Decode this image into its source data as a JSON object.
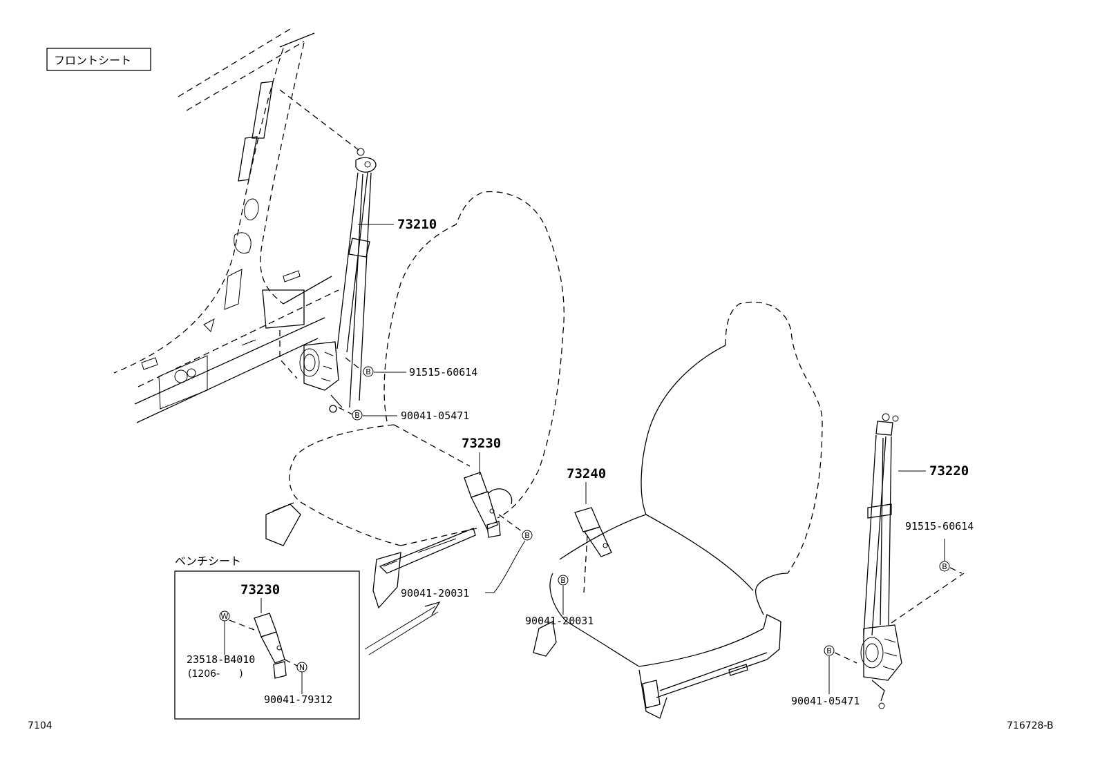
{
  "section_label": "フロントシート",
  "bench_label": "ベンチシート",
  "parts": {
    "belt_front_left": "73210",
    "belt_front_right": "73220",
    "buckle_left": "73230",
    "buckle_right": "73240",
    "bench_buckle": "73230",
    "bolt_upper_left": "91515-60614",
    "bolt_lower_left": "90041-05471",
    "bolt_buckle_left": "90041-20031",
    "bolt_buckle_right": "90041-20031",
    "bolt_upper_right": "91515-60614",
    "bolt_lower_right": "90041-05471",
    "bench_bolt_w": "23518-B4010",
    "bench_bolt_w_note": "(1206-　　)",
    "bench_bolt_n": "90041-79312"
  },
  "markers": {
    "b": "B",
    "w": "W",
    "n": "N"
  },
  "footer": {
    "page_code": "7104",
    "figure_code": "716728-B"
  }
}
